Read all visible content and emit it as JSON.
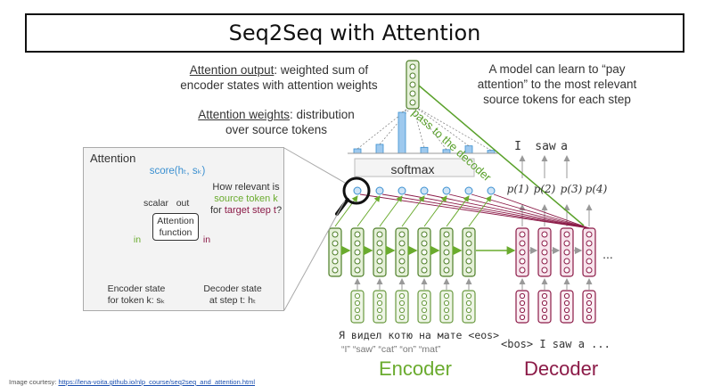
{
  "title": "Seq2Seq with Attention",
  "annotations": {
    "output_term": "Attention output",
    "output_rest": ": weighted sum of",
    "output_line2": "encoder states with attention weights",
    "weights_term": "Attention weights",
    "weights_rest": ": distribution",
    "weights_line2": "over source tokens",
    "model_line1": "A model can learn to “pay",
    "model_line2": "attention” to the most relevant",
    "model_line3": "source tokens for each step",
    "pass_to_decoder": "pass to the decoder"
  },
  "softmax_label": "softmax",
  "outputs": {
    "words": [
      "I",
      "saw",
      "a"
    ],
    "probs": [
      "p(1)",
      "p(2)",
      "p(3)",
      "p(4)"
    ],
    "ellipsis": "..."
  },
  "attention_panel": {
    "title": "Attention",
    "score": "score(hₜ, sₖ)",
    "question_line1": "How relevant is",
    "question_line2": "source token k",
    "question_line3_pre": "for ",
    "question_line3_term": "target step t",
    "question_line3_post": "?",
    "scalar": "scalar",
    "out": "out",
    "function_line1": "Attention",
    "function_line2": "function",
    "in_left": "in",
    "in_right": "in",
    "encoder_state_line1": "Encoder state",
    "encoder_state_line2": "for token k: sₖ",
    "decoder_state_line1": "Decoder state",
    "decoder_state_line2": "at step t: hₜ"
  },
  "source_tokens": "Я видел котю на мате <eos>",
  "source_gloss": "“I” “saw” “cat” “on” “mat”",
  "target_tokens": "<bos> I saw a ...",
  "encoder_label": "Encoder",
  "decoder_label": "Decoder",
  "courtesy_prefix": "Image courtesy: ",
  "courtesy_link": "https://lena-voita.github.io/nlp_course/seq2seq_and_attention.html",
  "attention_weights": [
    0.06,
    0.12,
    0.55,
    0.08,
    0.05,
    0.1,
    0.04
  ],
  "colors": {
    "encoder": "#6aab2e",
    "decoder": "#8b1a47",
    "attention": "#3a8fd0",
    "embedding": "#d77fa0"
  }
}
